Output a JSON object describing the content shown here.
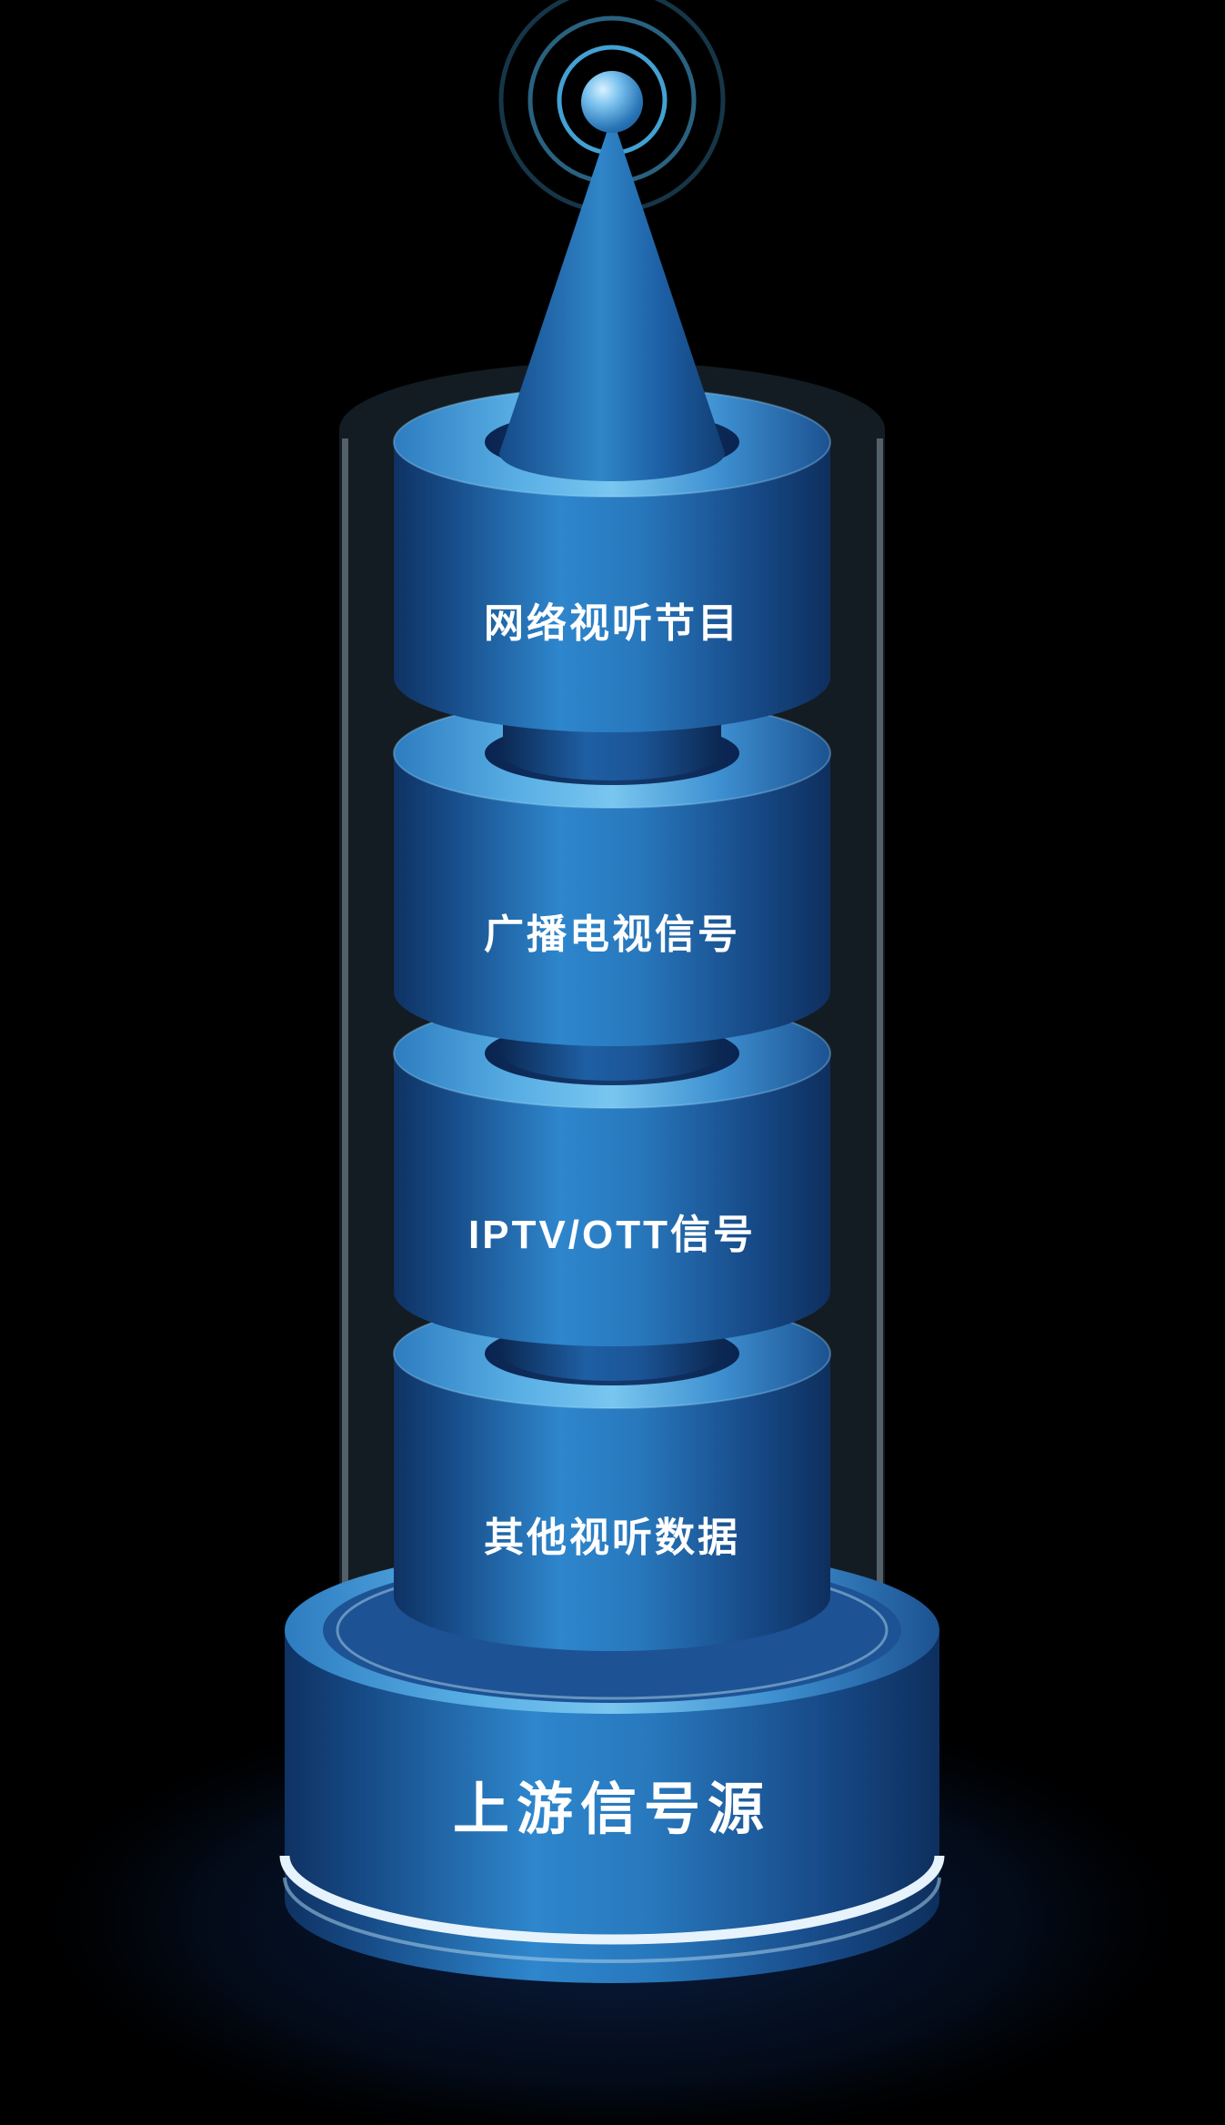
{
  "scene": {
    "background": "#000000",
    "antenna": {
      "icon": "signal-antenna-icon"
    },
    "tower": {
      "segments": [
        {
          "label": "网络视听节目"
        },
        {
          "label": "广播电视信号"
        },
        {
          "label": "IPTV/OTT信号"
        },
        {
          "label": "其他视听数据"
        }
      ],
      "base": {
        "label": "上游信号源"
      }
    },
    "colors": {
      "cylinder_dark": "#0f3263",
      "cylinder_bright": "#2e86cc",
      "top_face": "#79c6f0",
      "recess": "#0a2450",
      "stripe": "#e6f3fc",
      "glow_tube": "#86c8f0",
      "label_text": "#ffffff"
    }
  }
}
